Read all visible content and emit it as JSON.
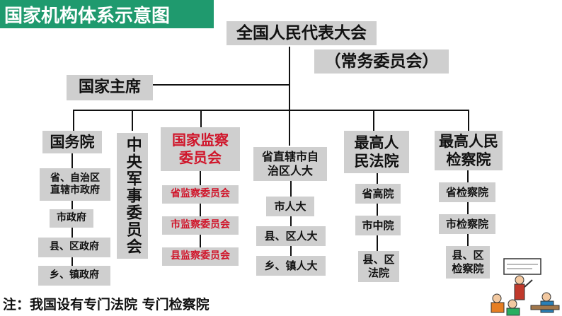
{
  "title": "国家机构体系示意图",
  "top": {
    "npc": "全国人民代表大会",
    "standing": "（常务委员会）"
  },
  "president": "国家主席",
  "columns": {
    "state_council": {
      "head": "国务院",
      "items": [
        "省、自治区\n直辖市政府",
        "市政府",
        "县、区政府",
        "乡、镇政府"
      ]
    },
    "cmc": {
      "head": "中央军事委员会"
    },
    "supervision": {
      "head": "国家监察\n委员会",
      "items": [
        "省监察委员会",
        "市监察委员会",
        "县监察委员会"
      ]
    },
    "congress": {
      "head": "省直辖市自\n治区人大",
      "items": [
        "市人大",
        "县、区人大",
        "乡、镇人大"
      ]
    },
    "court": {
      "head": "最高人\n民法院",
      "items": [
        "省高院",
        "市中院",
        "县、区\n法院"
      ]
    },
    "procuratorate": {
      "head": "最高人民\n检察院",
      "items": [
        "省检察院",
        "市检察院",
        "县、区\n检察院"
      ]
    }
  },
  "note": "注：我国设有专门法院 专门检察院",
  "colors": {
    "banner": "#1f9a6e",
    "box": "#cfcfcf",
    "highlight": "#d0152a"
  }
}
